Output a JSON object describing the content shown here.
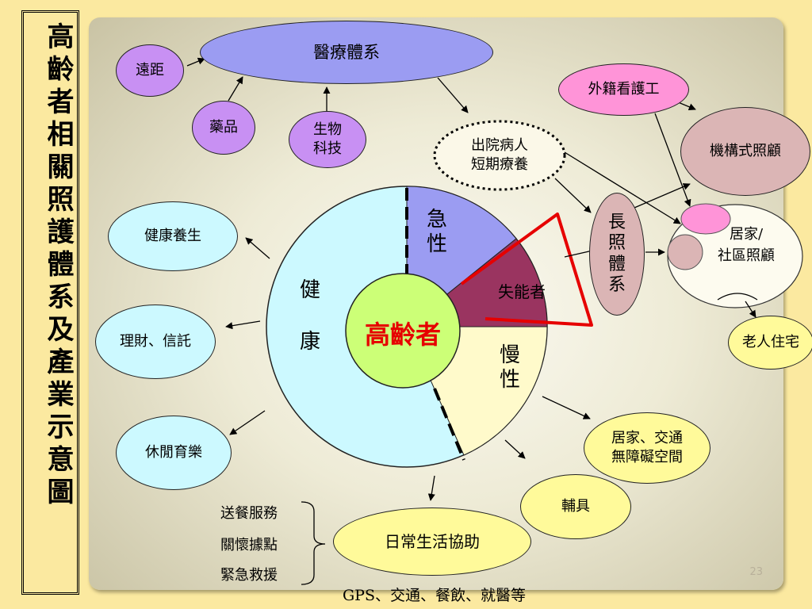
{
  "sidebar_title": "高齡者相關照護體系及產業示意圖",
  "center": "高齡者",
  "segments": {
    "health": "健\n\n康",
    "acute": "急\n性",
    "chronic": "慢\n性",
    "disabled": "失能者"
  },
  "nodes": {
    "medical_system": "醫療體系",
    "telemedicine": "遠距",
    "medicine": "藥品",
    "biotech": "生物\n科技",
    "discharge": "出院病人\n短期療養",
    "foreign_care": "外籍看護工",
    "institutional": "機構式照顧",
    "long_term": "長\n照\n體\n系",
    "home_community": "居家/\n社區照顧",
    "elder_housing": "老人住宅",
    "wellness": "健康養生",
    "finance": "理財、信託",
    "leisure": "休閒育樂",
    "barrier_free": "居家、交通\n無障礙空間",
    "aids": "輔具",
    "daily_living": "日常生活協助"
  },
  "services_list": [
    "送餐服務",
    "關懷據點",
    "緊急救援"
  ],
  "bottom_note": "GPS、交通、餐飲、就醫等",
  "page_number": "23",
  "colors": {
    "lavender": "#9b9cf2",
    "violet": "#c890f3",
    "cyan": "#ccf9ff",
    "light_green": "#ccff77",
    "light_yellow": "#fffacb",
    "pink": "#ff94d8",
    "mauve": "#dbb5b5",
    "disabled_red": "#9a3460",
    "highlight_red": "#e60000"
  }
}
